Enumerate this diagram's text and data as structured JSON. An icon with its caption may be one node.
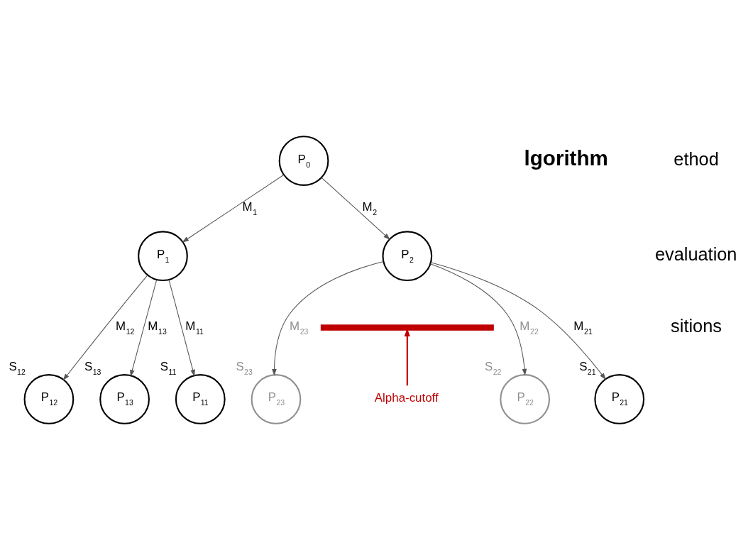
{
  "diagram": {
    "nodes": [
      {
        "text": [
          "P$_{0}$"
        ]
      },
      {
        "text": [
          "P$_{1}$"
        ]
      },
      {
        "text": [
          "P$_{2}$"
        ]
      },
      {
        "text": [],
        "shape": "bar"
      },
      {
        "text": [
          "P$_{11}$"
        ],
        "beside": [
          "S$_{11}$"
        ]
      },
      {
        "text": [
          "P$_{12}$"
        ],
        "beside": [
          "S$_{12}$"
        ]
      },
      {
        "text": [
          "P$_{13}$"
        ],
        "beside": [
          "S$_{13}$"
        ]
      },
      {
        "text": [
          "P$_{21}$"
        ],
        "beside": [
          "S$_{21}$"
        ]
      },
      {
        "text": [
          "P$_{22}$"
        ],
        "beside": [
          "S$_{22}$"
        ]
      },
      {
        "text": [
          "P$_{23}$"
        ],
        "beside": [
          "S$_{23}$"
        ]
      },
      {
        "text": [
          "Alpha-cutoff"
        ]
      }
    ],
    "edges": [
      {
        "from": 0,
        "to": 1,
        "arrow": "to",
        "label": "M$_{1}$"
      },
      {
        "from": 0,
        "to": 2,
        "arrow": "to",
        "label": "M$_{2}$"
      },
      {
        "from": 1,
        "to": 4,
        "arrow": "to",
        "label": "M$_{11}$"
      },
      {
        "from": 1,
        "to": 5,
        "arrow": "to",
        "label": "M$_{12}$"
      },
      {
        "from": 1,
        "to": 6,
        "arrow": "to",
        "label": "M$_{13}$"
      },
      {
        "from": 2,
        "to": 7,
        "arrow": "to",
        "label": "M$_{21}$"
      },
      {
        "from": 2,
        "to": 8,
        "arrow": "to",
        "label": "M$_{22}$"
      },
      {
        "from": 2,
        "to": 9,
        "arrow": "to",
        "label": "M$_{23}$"
      },
      {
        "from": 10,
        "to": 3,
        "arrow": "to",
        "color": "#c00000"
      }
    ],
    "labels": [
      "lgorithm",
      "ethod",
      "evaluation",
      "sitions"
    ]
  }
}
